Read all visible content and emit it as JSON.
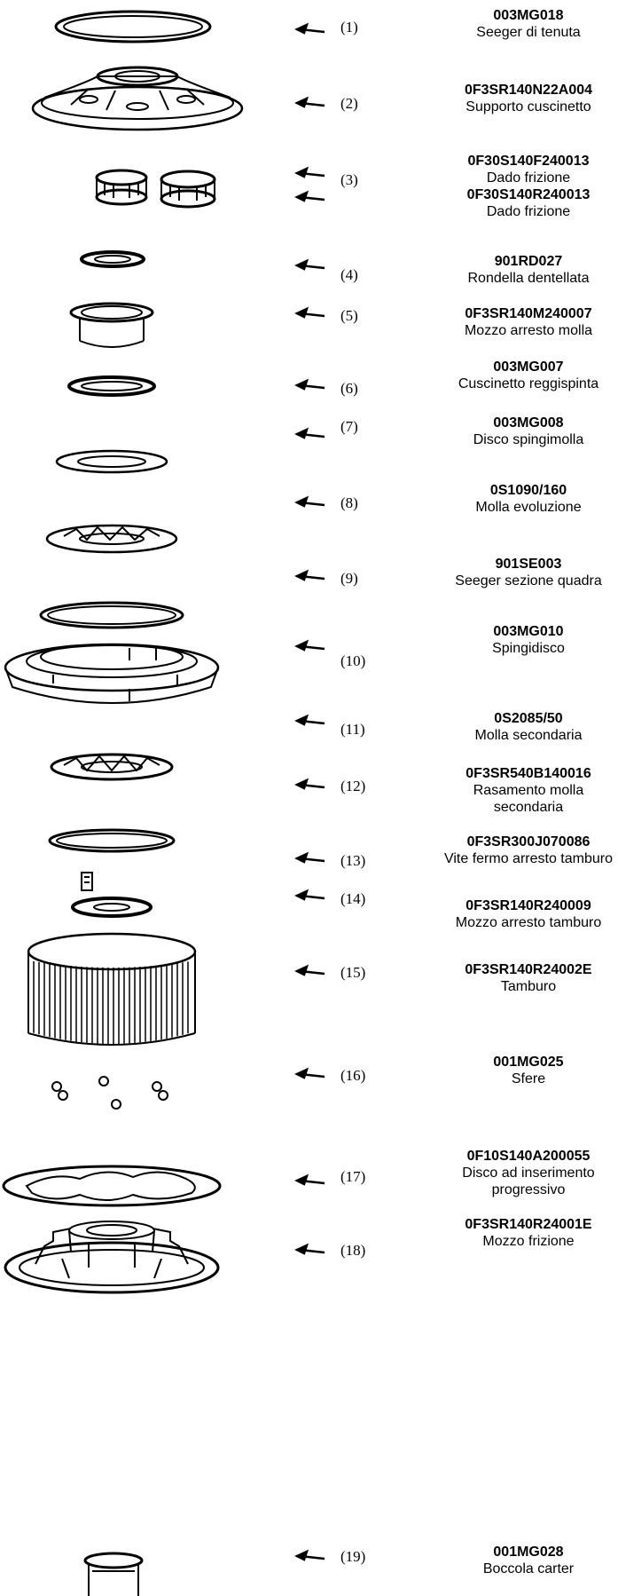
{
  "parts": [
    {
      "num": "(1)",
      "code": "003MG018",
      "desc": "Seeger di tenuta"
    },
    {
      "num": "(2)",
      "code": "0F3SR140N22A004",
      "desc": "Supporto cuscinetto"
    },
    {
      "num": "(3)",
      "code": "0F30S140F240013",
      "desc": "Dado frizione",
      "code2": "0F30S140R240013",
      "desc2": "Dado frizione"
    },
    {
      "num": "(4)",
      "code": "901RD027",
      "desc": "Rondella dentellata"
    },
    {
      "num": "(5)",
      "code": "0F3SR140M240007",
      "desc": "Mozzo arresto molla"
    },
    {
      "num": "(6)",
      "code": "003MG007",
      "desc": "Cuscinetto reggispinta"
    },
    {
      "num": "(7)",
      "code": "003MG008",
      "desc": "Disco spingimolla"
    },
    {
      "num": "(8)",
      "code": "0S1090/160",
      "desc": "Molla evoluzione"
    },
    {
      "num": "(9)",
      "code": "901SE003",
      "desc": "Seeger sezione quadra"
    },
    {
      "num": "(10)",
      "code": "003MG010",
      "desc": "Spingidisco"
    },
    {
      "num": "(11)",
      "code": "0S2085/50",
      "desc": "Molla secondaria"
    },
    {
      "num": "(12)",
      "code": "0F3SR540B140016",
      "desc": "Rasamento molla secondaria"
    },
    {
      "num": "(13)",
      "code": "0F3SR300J070086",
      "desc": "Vite fermo arresto tamburo"
    },
    {
      "num": "(14)",
      "code": "0F3SR140R240009",
      "desc": "Mozzo arresto tamburo"
    },
    {
      "num": "(15)",
      "code": "0F3SR140R24002E",
      "desc": "Tamburo"
    },
    {
      "num": "(16)",
      "code": "001MG025",
      "desc": "Sfere"
    },
    {
      "num": "(17)",
      "code": "0F10S140A200055",
      "desc": "Disco ad inserimento progressivo"
    },
    {
      "num": "(18)",
      "code": "0F3SR140R24001E",
      "desc": "Mozzo frizione"
    },
    {
      "num": "(19)",
      "code": "001MG028",
      "desc": "Boccola carter"
    }
  ]
}
